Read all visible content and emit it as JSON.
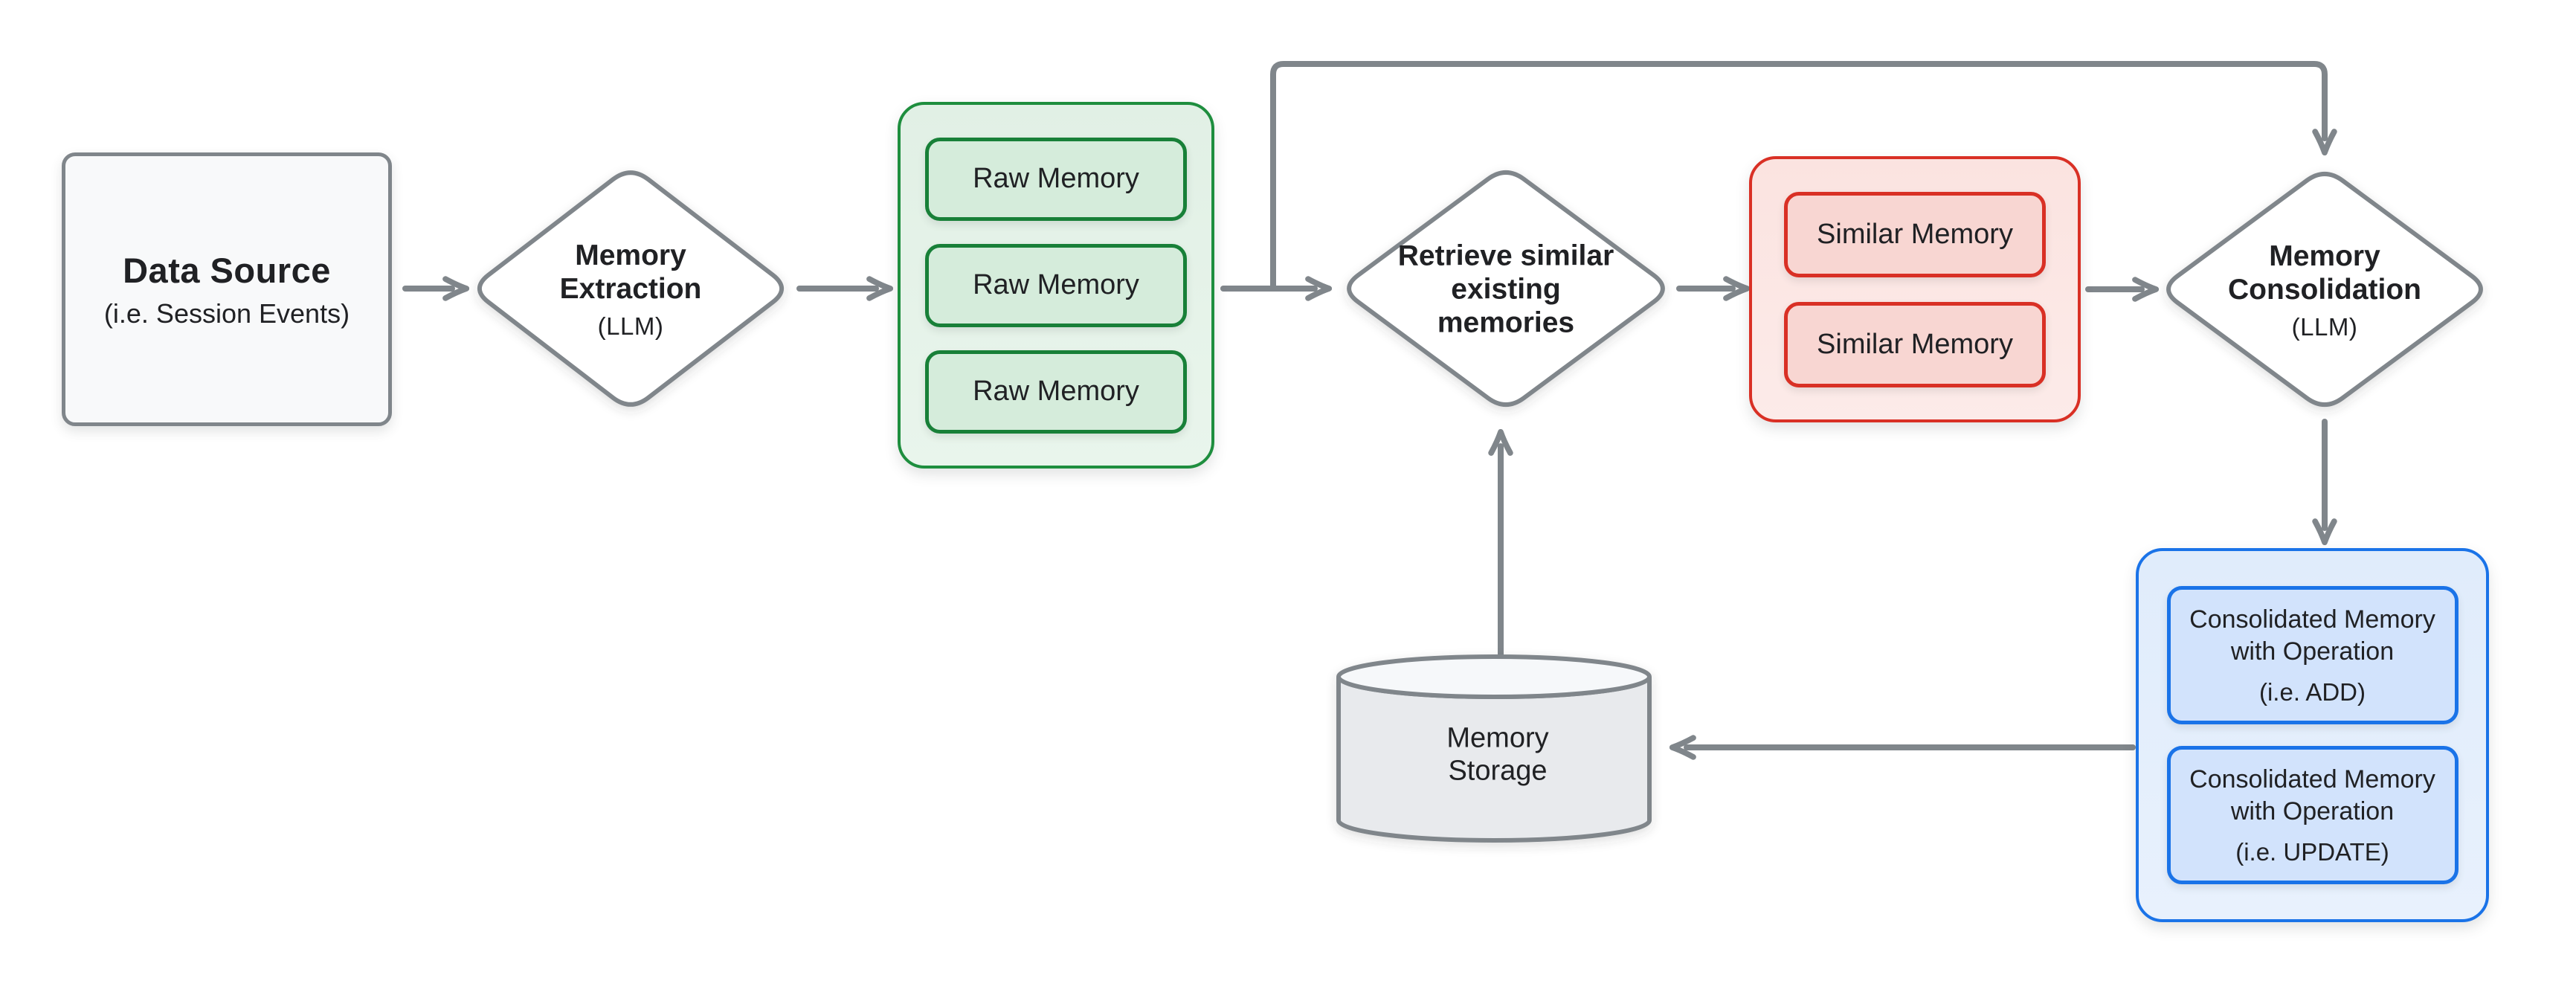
{
  "palette": {
    "arrow": "#80868b",
    "node_border": "#80868b",
    "diamond_fill": "#ffffff",
    "source_fill": "#f8f9fa",
    "green_border": "#1e8e3e",
    "green_item_border": "#188038",
    "green_fill": "#e5f2e9",
    "green_item_fill": "#d5ecdb",
    "red_border": "#d93025",
    "red_fill": "#fbe7e4",
    "red_item_fill": "#f8d6d2",
    "blue_border": "#1a73e8",
    "blue_fill": "#e4eefc",
    "blue_item_fill": "#d2e3fc",
    "storage_fill": "#e8eaed",
    "storage_top_fill": "#f6f8fa",
    "text": "#202124"
  },
  "nodes": {
    "data_source": {
      "title": "Data Source",
      "subtitle": "(i.e. Session Events)"
    },
    "memory_extraction": {
      "lines": [
        "Memory",
        "Extraction"
      ],
      "subtitle": "(LLM)"
    },
    "raw_memories": {
      "items": [
        "Raw Memory",
        "Raw Memory",
        "Raw Memory"
      ]
    },
    "retrieve": {
      "lines": [
        "Retrieve similar",
        "existing",
        "memories"
      ]
    },
    "similar_memories": {
      "items": [
        "Similar Memory",
        "Similar Memory"
      ]
    },
    "memory_consolidation": {
      "lines": [
        "Memory",
        "Consolidation"
      ],
      "subtitle": "(LLM)"
    },
    "consolidated_memories": {
      "items": [
        {
          "lines": [
            "Consolidated Memory",
            "with Operation"
          ],
          "subtitle": "(i.e. ADD)"
        },
        {
          "lines": [
            "Consolidated Memory",
            "with Operation"
          ],
          "subtitle": "(i.e. UPDATE)"
        }
      ]
    },
    "memory_storage": {
      "lines": [
        "Memory",
        "Storage"
      ]
    }
  }
}
